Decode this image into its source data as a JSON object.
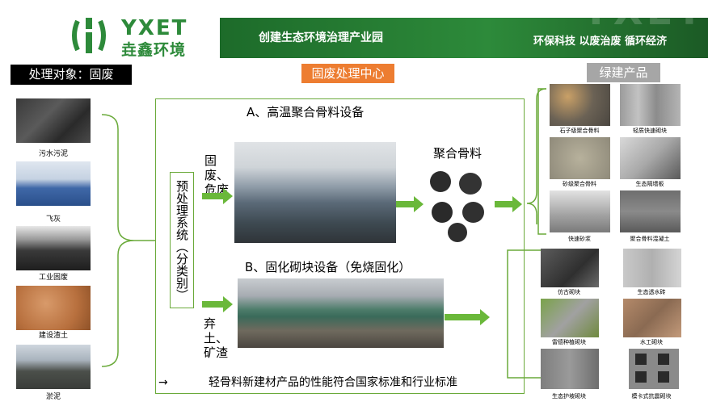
{
  "header": {
    "logo_en": "YXET",
    "logo_cn": "垚鑫环境",
    "slogan_main": "创建生态环境治理产业园",
    "slogan_right": "环保科技  以废治废  循环经济",
    "watermark": "YXET"
  },
  "labels": {
    "target": "处理对象：固废",
    "center": "固废处理中心",
    "products": "绿建产品"
  },
  "sources": [
    {
      "caption": "污水污泥"
    },
    {
      "caption": "飞灰"
    },
    {
      "caption": "工业固废"
    },
    {
      "caption": "建设渣土"
    },
    {
      "caption": "淤泥"
    }
  ],
  "pretreatment": "预处理系统（分类别）",
  "line_a": {
    "title": "A、高温聚合骨料设备",
    "input": "固废、\n危废",
    "output": "聚合骨料"
  },
  "line_b": {
    "title": "B、固化砌块设备（免烧固化）",
    "input": "弃土、\n矿渣"
  },
  "footer": {
    "arrow": "→",
    "text": "轻骨料新建材产品的性能符合国家标准和行业标准"
  },
  "products_a": [
    {
      "caption": "石子级聚合骨料"
    },
    {
      "caption": "轻质快速砌块"
    },
    {
      "caption": "砂级聚合骨料"
    },
    {
      "caption": "生态隔墙板"
    },
    {
      "caption": "快速砂浆"
    },
    {
      "caption": "聚合骨料混凝土"
    }
  ],
  "products_b": [
    {
      "caption": "仿古砌块"
    },
    {
      "caption": "生态透水砖"
    },
    {
      "caption": "雷德种植砌块"
    },
    {
      "caption": "水工砌块"
    },
    {
      "caption": "生态护坡砌块"
    },
    {
      "caption": "模卡式抗震砌块"
    }
  ],
  "colors": {
    "brand_green": "#2d8a3a",
    "arrow_green": "#6ab83a",
    "orange": "#ed7d31",
    "gray": "#a6a6a6"
  }
}
